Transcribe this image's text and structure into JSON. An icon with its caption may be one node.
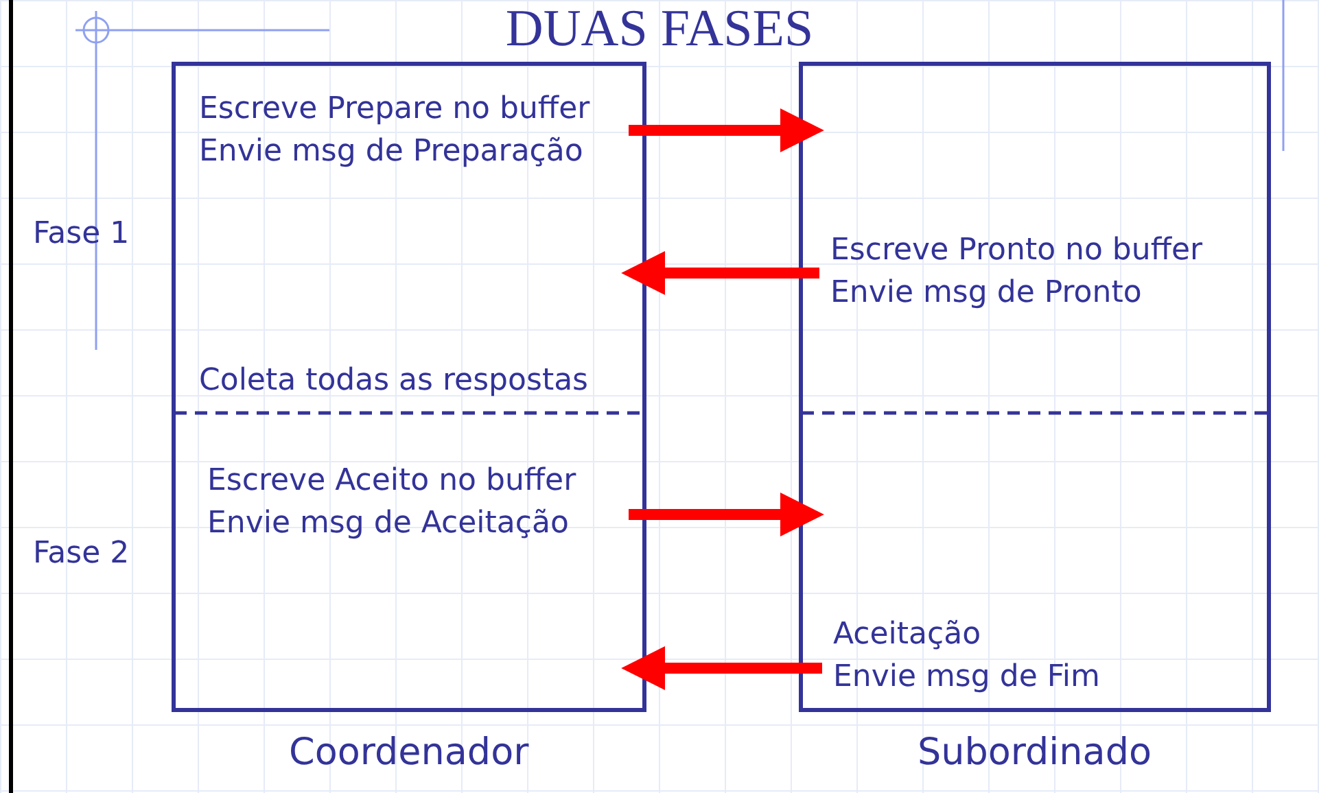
{
  "diagram": {
    "title": "DUAS FASES",
    "nodes": [
      {
        "text": [
          "Coordenador"
        ]
      },
      {
        "text": [
          "Subordinado"
        ]
      },
      {
        "text": [
          "Escreve Prepare no buffer",
          "Envie msg de Preparação"
        ],
        "in": 0
      },
      {
        "text": [
          "Escreve Pronto no buffer",
          "Envie msg de Pronto"
        ],
        "in": 1
      },
      {
        "text": [
          "Coleta todas as respostas"
        ],
        "in": 0
      },
      {
        "text": [
          "Escreve Aceito no buffer",
          "Envie msg de Aceitação"
        ],
        "in": 0
      },
      {
        "text": [
          "Aceitação",
          "Envie msg de Fim"
        ],
        "in": 1
      }
    ],
    "edges": [
      {
        "from": 2,
        "to": 1,
        "arrow": "to"
      },
      {
        "from": 3,
        "to": 0,
        "arrow": "to"
      },
      {
        "from": 5,
        "to": 1,
        "arrow": "to"
      },
      {
        "from": 6,
        "to": 0,
        "arrow": "to"
      }
    ],
    "labels": [
      "Fase 1",
      "Fase 2"
    ]
  }
}
